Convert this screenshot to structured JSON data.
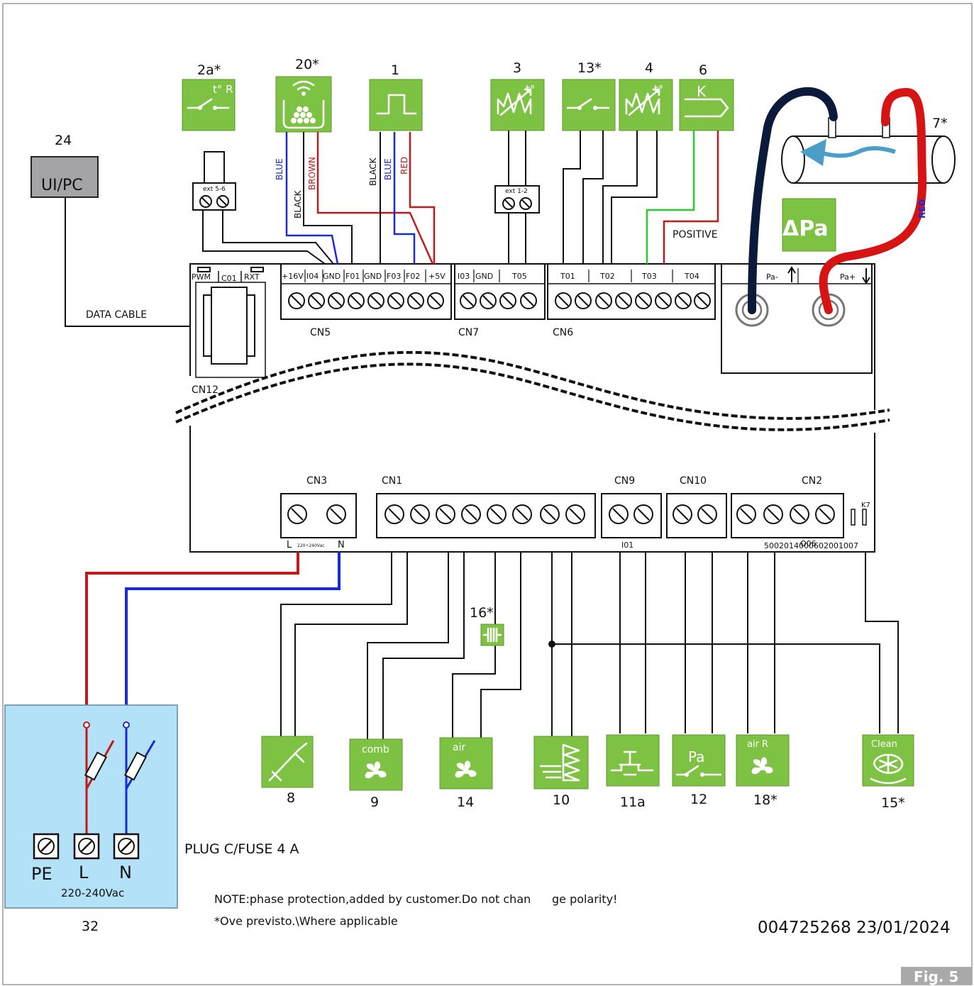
{
  "diagram": {
    "ui": {
      "num": "24",
      "label": "UI/PC"
    },
    "data_cable": "DATA CABLE",
    "board": {
      "small_labels": [
        "PWM",
        "C01",
        "RXT"
      ],
      "cn12": "CN12",
      "cn5_pins": [
        "+16V",
        "I04",
        "GND",
        "F01",
        "GND",
        "F03",
        "F02",
        "+5V"
      ],
      "cn7_pins": [
        "I03",
        "GND",
        "T05"
      ],
      "cn6_pins": [
        "T01",
        "T02",
        "T03",
        "T04"
      ],
      "pa_labels": [
        "Pa-",
        "Pa+"
      ],
      "connectors": {
        "cn5": "CN5",
        "cn7": "CN7",
        "cn6": "CN6",
        "cn3": "CN3",
        "cn1": "CN1",
        "cn9": "CN9",
        "cn10": "CN10",
        "cn2": "CN2"
      },
      "k7": "K7",
      "cn3_l": "L",
      "cn3_v": "220÷240Vac",
      "cn3_n": "N",
      "i01": "I01",
      "cn2_bottom": "5002014000602001007",
      "o06": "O06"
    },
    "ext56": "ext 5-6",
    "ext12": "ext 1-2",
    "wire_labels": {
      "blue": "BLUE",
      "brown": "BROWN",
      "black": "BLACK",
      "black2": "BLACK",
      "blue2": "BLUE",
      "red": "RED",
      "positive": "POSITIVE",
      "red_tube": "RED"
    },
    "top_components": [
      {
        "num": "2a*",
        "icon_text": "t° R"
      },
      {
        "num": "20*"
      },
      {
        "num": "1"
      },
      {
        "num": "3",
        "icon_text": "t°"
      },
      {
        "num": "13*"
      },
      {
        "num": "4",
        "icon_text": "t°"
      },
      {
        "num": "6",
        "icon_text": "K"
      },
      {
        "num": "7*"
      }
    ],
    "dpa": "ΔPa",
    "bottom_components": [
      {
        "num": "8"
      },
      {
        "num": "9",
        "label": "comb"
      },
      {
        "num": "14",
        "label": "air"
      },
      {
        "num": "10"
      },
      {
        "num": "11a"
      },
      {
        "num": "12",
        "label": "Pa"
      },
      {
        "num": "18*",
        "label": "air R"
      },
      {
        "num": "15*",
        "label": "Clean"
      }
    ],
    "heater": {
      "num": "16*"
    },
    "plug": {
      "label": "PLUG C/FUSE 4 A",
      "pe": "PE",
      "l": "L",
      "n": "N",
      "voltage": "220-240Vac",
      "num": "32"
    },
    "note1a": "NOTE:phase protection,added by customer.Do not chan",
    "note1b": "ge polarity!",
    "note2": "*Ove previsto.\\Where applicable",
    "doc_id": "004725268 23/01/2024",
    "fig": "Fig. 5"
  },
  "colors": {
    "green": "#7dc242",
    "blue_wire": "#1a2bd1",
    "red_wire": "#c11a1a",
    "green_wire": "#2bc82b",
    "plug_bg": "#b3e1f7",
    "tube_black": "#0b1a3a",
    "tube_red": "#d61414",
    "arrow": "#4a9ec8",
    "fig_bg": "#a9a9a9"
  }
}
